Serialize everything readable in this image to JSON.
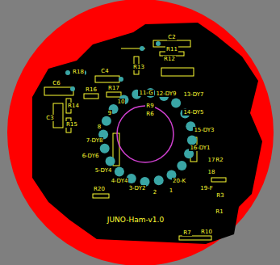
{
  "diagram": {
    "labels": [
      "C2",
      "R11",
      "R12",
      "R13",
      "C4",
      "R18",
      "C6",
      "R16",
      "R17",
      "C3",
      "R14",
      "R15",
      "10",
      "11-G",
      "12-DY9",
      "13-DY7",
      "14-DY5",
      "15-DY3",
      "16-DY1",
      "17",
      "18",
      "19-F",
      "20-K",
      "1",
      "2",
      "3-DY2",
      "4-DY4",
      "5-DY4",
      "6-DY6",
      "7-DY8",
      "8",
      "9",
      "R9",
      "R6",
      "R2",
      "R3",
      "R1",
      "R20",
      "R10",
      "R7",
      "JUNO-Ham-v1.0"
    ]
  }
}
